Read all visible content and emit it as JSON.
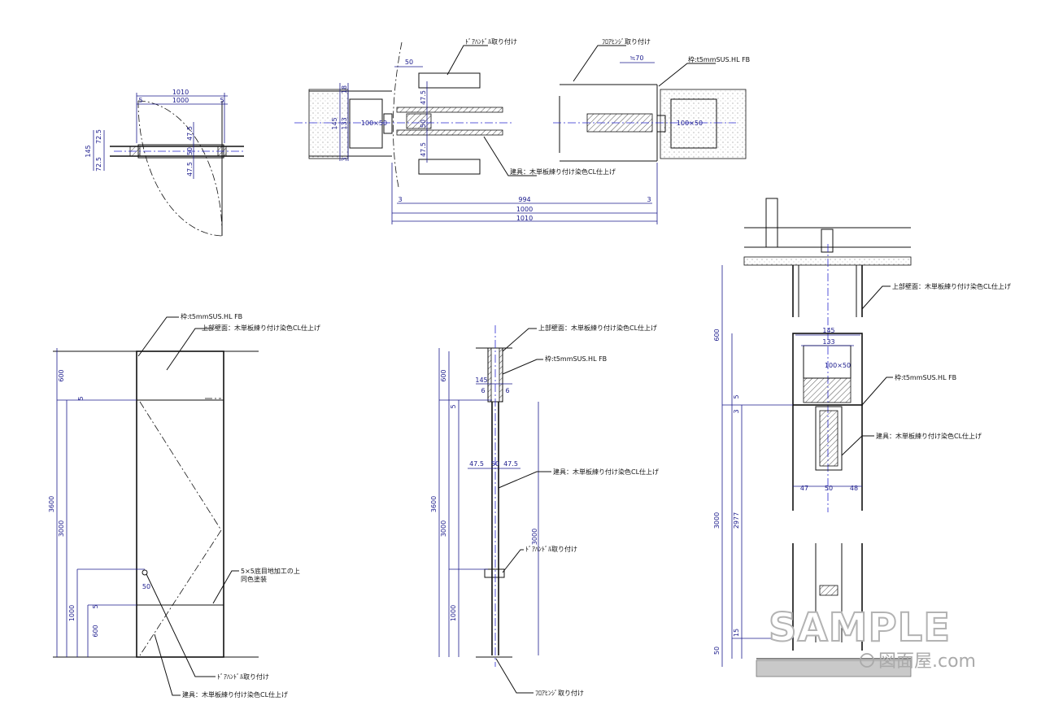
{
  "plan_top": {
    "dims_left": [
      "72.5",
      "145",
      "72.5"
    ],
    "dims_right": [
      "47.5",
      "50",
      "47.5"
    ],
    "dims_top": [
      "1010",
      "1000",
      "5",
      "5"
    ]
  },
  "plan_detail": {
    "dim_50": "50",
    "left_vert": [
      "145",
      "133",
      "18",
      "3"
    ],
    "mid_vert": [
      "47.5",
      "50",
      "47.5"
    ],
    "post_left": "100×50",
    "post_right": "100×50",
    "approx70": "≒70",
    "bottom": [
      "3",
      "994",
      "3",
      "1000",
      "1010"
    ],
    "callout_handle": "ﾄﾞｱﾊﾝﾄﾞﾙ取り付け",
    "callout_floorhinge": "ﾌﾛｱﾋﾝｼﾞ取り付け",
    "callout_frame": "枠:t5mmSUS.HL FB",
    "callout_door": "建具：木単板練り付け染色CL仕上げ"
  },
  "elevation": {
    "callout_frame": "枠:t5mmSUS.HL FB",
    "callout_wall": "上部壁面：木単板練り付け染色CL仕上げ",
    "dims_left": [
      "3600",
      "600",
      "5",
      "3000",
      "1000",
      "5",
      "600"
    ],
    "dim_50": "50",
    "callout_groove": [
      "5×5底目地加工の上",
      "同色塗装"
    ],
    "callout_handle": "ﾄﾞｱﾊﾝﾄﾞﾙ取り付け",
    "callout_door": "建具：木単板練り付け染色CL仕上げ"
  },
  "section_mid": {
    "callout_wall": "上部壁面：木単板練り付け染色CL仕上げ",
    "callout_frame": "枠:t5mmSUS.HL FB",
    "dims_top": [
      "145",
      "6",
      "6"
    ],
    "dims_mid": [
      "47.5",
      "50",
      "47.5"
    ],
    "callout_door": "建具：木単板練り付け染色CL仕上げ",
    "callout_handle": "ﾄﾞｱﾊﾝﾄﾞﾙ取り付け",
    "callout_floorhinge": "ﾌﾛｱﾋﾝｼﾞ取り付け",
    "dims_left": [
      "3600",
      "600",
      "5",
      "3000",
      "1000"
    ],
    "dim_right": "3000"
  },
  "section_right": {
    "callout_wall": "上部壁面：木単板練り付け染色CL仕上げ",
    "dims_top": [
      "145",
      "133"
    ],
    "post": "100×50",
    "callout_frame": "枠:t5mmSUS.HL FB",
    "callout_door": "建具：木単板練り付け染色CL仕上げ",
    "dims_mid": [
      "47",
      "50",
      "48"
    ],
    "dims_left": [
      "600",
      "5",
      "3",
      "3000",
      "2977",
      "15",
      "50"
    ]
  },
  "watermark": {
    "title": "SAMPLE",
    "site": "図面屋.com"
  },
  "colors": {
    "dimension": "#1a1a8c",
    "centerline": "#2a2ad0",
    "line": "#111111",
    "watermark": "#b3b3b3"
  }
}
